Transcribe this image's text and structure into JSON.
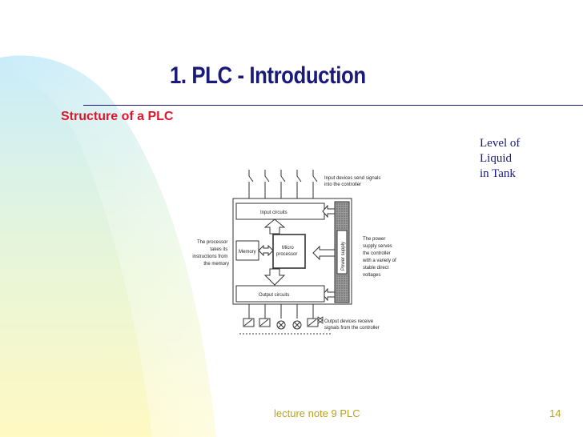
{
  "slide": {
    "title": "1. PLC - Introduction",
    "subtitle": "Structure of a PLC",
    "note": [
      "Level of",
      "Liquid",
      "in Tank"
    ],
    "footer": "lecture note 9 PLC",
    "page_number": "14"
  },
  "diagram": {
    "input_annotation": [
      "Input devices send signals",
      "into the controller"
    ],
    "input_circuits": "Input circuits",
    "output_circuits": "Output circuits",
    "memory": "Memory",
    "microprocessor": [
      "Micro",
      "processor"
    ],
    "power_supply": "Power supply",
    "processor_annotation": [
      "The  processor",
      "takes its",
      "instructions from",
      "the memory"
    ],
    "power_annotation": [
      "The power",
      "supply serves",
      "the controller",
      "with a variety of",
      "stable direct",
      "voltages"
    ],
    "output_annotation": [
      "Output devices receive",
      "signals from the controller"
    ]
  },
  "colors": {
    "title": "#1a1a7a",
    "subtitle": "#e0152a",
    "footer": "#b8a21e",
    "background_gradient_top": "#c9ecfa",
    "background_gradient_bottom": "#fff9c2"
  }
}
